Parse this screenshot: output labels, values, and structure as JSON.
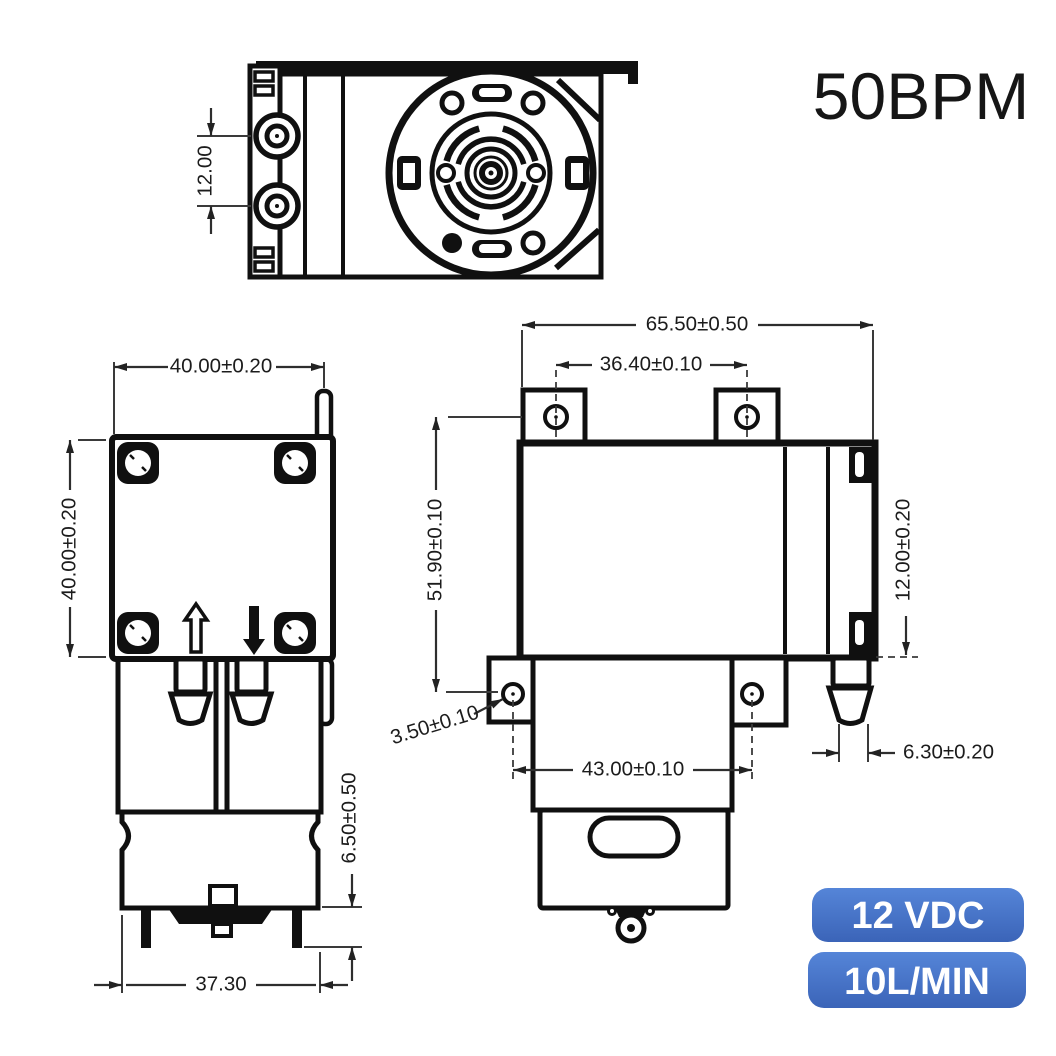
{
  "title": "50BPM",
  "top_view": {
    "dim_port_spacing": "12.00"
  },
  "front_view": {
    "dim_width": "40.00±0.20",
    "dim_height": "40.00±0.20",
    "dim_foot_height": "6.50±0.50",
    "dim_motor_width": "37.30"
  },
  "side_view": {
    "dim_overall_length": "65.50±0.50",
    "dim_top_hole_spacing": "36.40±0.10",
    "dim_mount_height": "51.90±0.10",
    "dim_tab_hole": "3.50±0.10",
    "dim_bottom_hole_spacing": "43.00±0.10",
    "dim_port_height": "12.00±0.20",
    "dim_barb_od": "6.30±0.20"
  },
  "badges": {
    "voltage": "12 VDC",
    "flow": "10L/MIN"
  },
  "colors": {
    "line": "#101010",
    "dim_line": "#2e2e2e",
    "badge_gradient_top": "#5585d8",
    "badge_gradient_bottom": "#3b64b8",
    "badge_text": "#ffffff"
  }
}
